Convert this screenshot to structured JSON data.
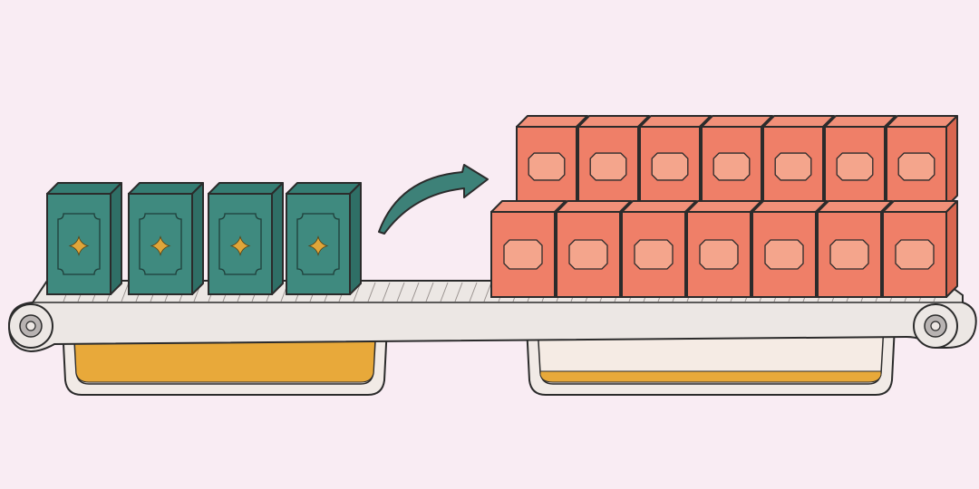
{
  "colors": {
    "background": "#f9ecf3",
    "outline": "#2b2b2b",
    "teal_front": "#3f8a7f",
    "teal_side": "#2f6f66",
    "teal_top": "#357d73",
    "sparkle": "#e0a63a",
    "coral_front": "#ef7f68",
    "coral_side": "#d86650",
    "coral_top": "#f19079",
    "coral_label": "#f4a58c",
    "belt_top": "#ece7e4",
    "belt_side": "#d9d2cf",
    "roller": "#b8b3b2",
    "tray_fill": "#f5ebe4",
    "tray_rim": "#f1eae6",
    "liquid": "#e8a93a",
    "arrow": "#3d8178"
  },
  "diagram": {
    "left_group": {
      "item": "teal-box",
      "icon": "sparkle-icon",
      "count": 4
    },
    "right_group": {
      "item": "coral-box",
      "icon": "label-plate-icon",
      "rows": 2,
      "per_row": 7,
      "count": 14
    },
    "arrow_direction": "left-to-right",
    "left_tray_fill_level": 0.75,
    "right_tray_fill_level": 0.08
  }
}
